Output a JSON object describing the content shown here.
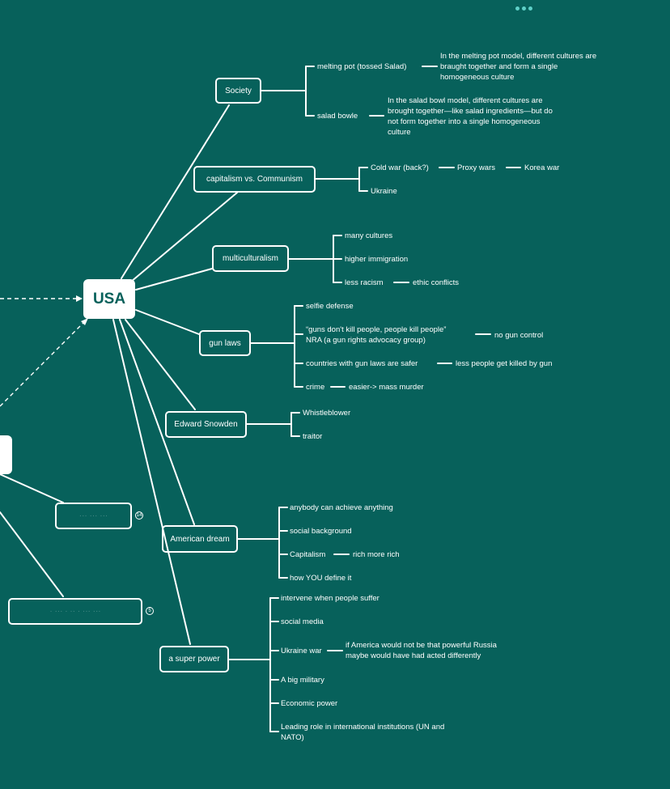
{
  "toolbar": {
    "menu_icon": "more-dots-icon"
  },
  "central": {
    "label": "USA"
  },
  "branches": {
    "society": {
      "label": "Society",
      "melting_pot": "melting pot (tossed Salad)",
      "melting_pot_desc": "In the melting pot model, different cultures are braught together and form a single homogeneous culture",
      "salad_bowl": "salad bowle",
      "salad_bowl_desc": "In the salad bowl model, different cultures are brought together—like salad ingredients—but do not form together into a single homogeneous culture"
    },
    "capitalism": {
      "label": "capitalism vs. Communism",
      "cold_war": "Cold war (back?)",
      "proxy_wars": "Proxy wars",
      "korea_war": "Korea war",
      "ukraine": "Ukraine"
    },
    "multiculturalism": {
      "label": "multiculturalism",
      "many_cultures": "many cultures",
      "higher_immigration": "higher immigration",
      "less_racism": "less racism",
      "ethic_conflicts": "ethic conflicts"
    },
    "gun_laws": {
      "label": "gun laws",
      "selfie_defense": "selfie defense",
      "nra_quote": "“guns don't kill people, people kill people”",
      "nra_line": "NRA (a gun rights advocacy group)",
      "no_gun_control": "no gun control",
      "countries": "countries with gun laws are safer",
      "less_people": "less people get killed by gun",
      "crime": "crime",
      "mass_murder": "easier-> mass murder"
    },
    "snowden": {
      "label": "Edward Snowden",
      "whistleblower": "Whistleblower",
      "traitor": "traitor"
    },
    "american_dream": {
      "label": "American dream",
      "anybody": "anybody can achieve anything",
      "social_background": "social background",
      "capitalism": "Capitalism",
      "rich_more_rich": "rich more rich",
      "how_you": "how YOU define it"
    },
    "super_power": {
      "label": "a super power",
      "intervene": "intervene when people suffer",
      "social_media": "social media",
      "ukraine_war": "Ukraine war",
      "ukraine_desc": "if America would not be that powerful Russia maybe would have had acted differently",
      "military": "A big military",
      "economic": "Economic power",
      "leading_role": "Leading role in international institutions (UN and NATO)"
    }
  },
  "collapsed_nodes": {
    "node1_label": "··· ··· ···",
    "node1_count": "14",
    "node2_label": "· ··· · ·· · ··· ···",
    "node2_count": "5"
  },
  "colors": {
    "background": "#07615b",
    "line": "#ffffff",
    "accent_dots": "#5fd0c8"
  }
}
